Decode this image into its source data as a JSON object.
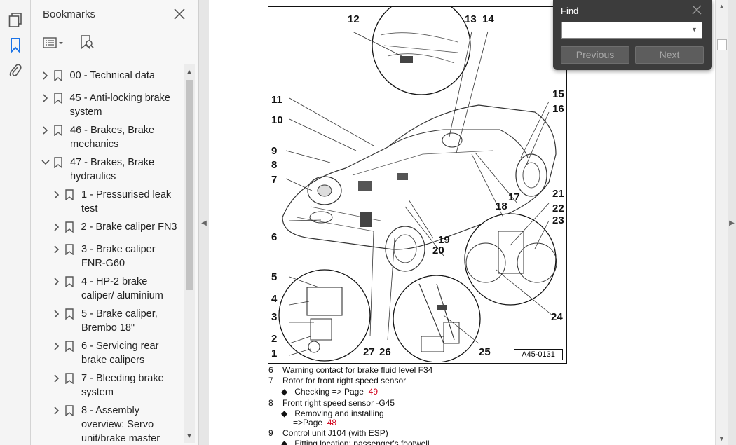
{
  "rail": {
    "icons": [
      "pages-icon",
      "bookmark-icon",
      "attachment-icon"
    ]
  },
  "bookmarks": {
    "title": "Bookmarks",
    "items": [
      {
        "label": "00 - Technical data",
        "expanded": false
      },
      {
        "label": "45 - Anti-locking brake system",
        "expanded": false
      },
      {
        "label": "46 - Brakes, Brake mechanics",
        "expanded": false
      },
      {
        "label": "47 - Brakes, Brake hydraulics",
        "expanded": true
      },
      {
        "label": "1 - Pressurised leak test",
        "expanded": false
      },
      {
        "label": "2 - Brake caliper FN3",
        "expanded": false
      },
      {
        "label": "3 - Brake caliper FNR-G60",
        "expanded": false
      },
      {
        "label": "4 - HP-2 brake caliper/ aluminium",
        "expanded": false
      },
      {
        "label": "5 - Brake caliper, Brembo 18\"",
        "expanded": false
      },
      {
        "label": "6 - Servicing rear brake calipers",
        "expanded": false
      },
      {
        "label": "7 - Bleeding brake system",
        "expanded": false
      },
      {
        "label": "8 - Assembly overview: Servo unit/brake master",
        "expanded": false
      }
    ]
  },
  "figure": {
    "callouts": [
      "1",
      "2",
      "3",
      "4",
      "5",
      "6",
      "7",
      "8",
      "9",
      "10",
      "11",
      "12",
      "13",
      "14",
      "15",
      "16",
      "17",
      "18",
      "19",
      "20",
      "21",
      "22",
      "23",
      "24",
      "25",
      "26",
      "27"
    ],
    "figure_id": "A45-0131"
  },
  "captions": [
    {
      "num": "6",
      "text": "Warning contact for brake fluid level F34"
    },
    {
      "num": "7",
      "text": "Rotor for front right speed sensor"
    },
    {
      "bullet": "Checking => Page",
      "page": "49"
    },
    {
      "num": "8",
      "text": "Front right speed sensor -G45"
    },
    {
      "bullet": "Removing and installing",
      "bullet2": "=>Page",
      "page": "48"
    },
    {
      "num": "9",
      "text": "Control unit J104 (with ESP)"
    },
    {
      "bullet": "Fitting location: passenger's footwell"
    }
  ],
  "find": {
    "title": "Find",
    "search_value": "",
    "previous_label": "Previous",
    "next_label": "Next"
  }
}
